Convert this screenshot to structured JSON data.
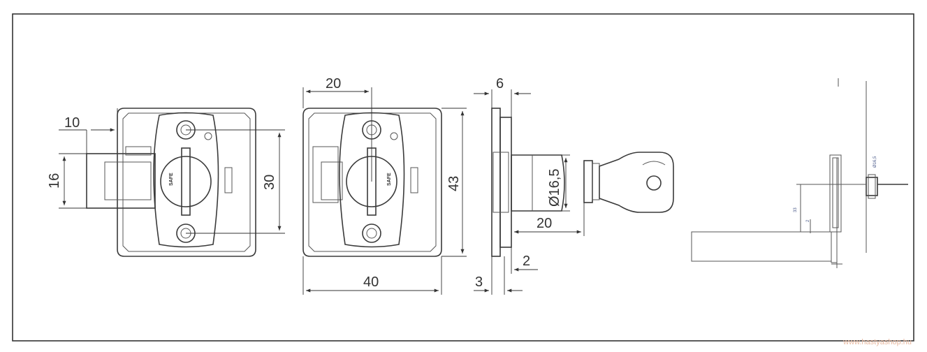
{
  "dimensions": {
    "front_width_offset": "10",
    "front_bolt_height": "16",
    "front_hole_spacing": "30",
    "mid_half_width": "20",
    "mid_height": "43",
    "mid_width": "40",
    "side_plate": "6",
    "side_cyl_diameter": "Ø16,5",
    "side_cyl_length": "20",
    "side_gap_2": "2",
    "side_gap_3": "3",
    "install_depth": "33",
    "install_gap": "2",
    "install_diameter": "Ø16,5"
  },
  "brand_mark": "SAFE",
  "watermark": "www.hastyashop.hu",
  "colors": {
    "line": "#3a3a3a",
    "small_text": "#4a5a8a",
    "watermark": "#e8b9a0"
  }
}
